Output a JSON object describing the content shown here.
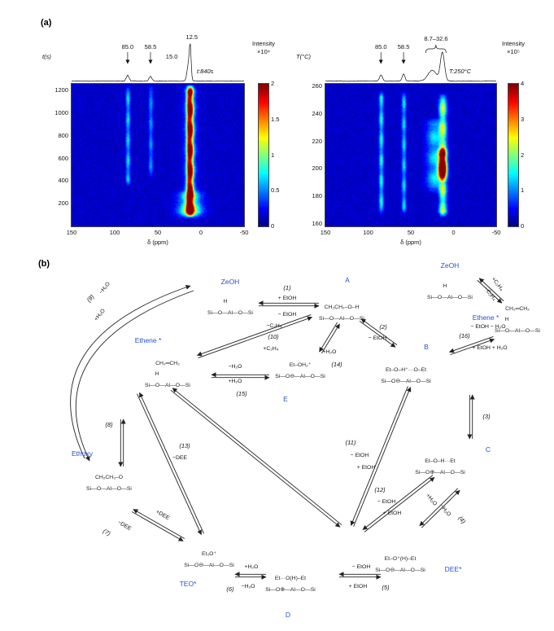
{
  "figure": {
    "panel_a_label": "(a)"
  },
  "chart_data": [
    {
      "type": "heatmap",
      "condition": "t:840s",
      "x": {
        "label": "δ (ppm)",
        "range": [
          150,
          -50
        ],
        "ticks": [
          "150",
          "100",
          "50",
          "0",
          "-50"
        ]
      },
      "y": {
        "label": "t(s)",
        "range": [
          0,
          1260
        ],
        "ticks": [
          "1200",
          "1000",
          "800",
          "600",
          "400",
          "200"
        ],
        "tick_values": [
          1200,
          1000,
          800,
          600,
          400,
          200
        ]
      },
      "colorbar": {
        "label": "Intensity",
        "scale": "×10⁴",
        "ticks": [
          "2",
          "1.5",
          "1",
          "0.5",
          "0"
        ]
      },
      "annotations": [
        {
          "text": "85.0",
          "delta": 85,
          "arrow": true
        },
        {
          "text": "58.5",
          "delta": 58.5,
          "arrow": true
        },
        {
          "text": "15.0",
          "delta": 15,
          "offset": [
            -20,
            12
          ]
        },
        {
          "text": "12.5",
          "delta": 12.5,
          "offset": [
            2,
            -12
          ]
        }
      ],
      "signals": [
        {
          "delta": 12.5,
          "sigma": 2.2,
          "amp": 1.0,
          "from": 80,
          "to": 1260
        },
        {
          "delta": 13,
          "sigma": 5,
          "amp": 0.25,
          "from": 80,
          "to": 1260
        },
        {
          "delta": 13,
          "sigma": 9,
          "amp": 0.5,
          "from": 60,
          "to": 330
        },
        {
          "delta": 15.5,
          "sigma": 1.6,
          "amp": 0.4,
          "from": 80,
          "to": 1260
        },
        {
          "delta": 85,
          "sigma": 1.8,
          "amp": 0.3,
          "from": 350,
          "to": 1260
        },
        {
          "delta": 58.5,
          "sigma": 1.8,
          "amp": 0.22,
          "from": 430,
          "to": 1260
        }
      ],
      "trace": [
        {
          "delta": 85,
          "amp": 0.16,
          "sigma": 1.6
        },
        {
          "delta": 58.5,
          "amp": 0.13,
          "sigma": 1.6
        },
        {
          "delta": 15,
          "amp": 0.4,
          "sigma": 1.4
        },
        {
          "delta": 12.5,
          "amp": 1.0,
          "sigma": 1.1
        }
      ]
    },
    {
      "type": "heatmap",
      "condition": "T:250°C",
      "x": {
        "label": "δ (ppm)",
        "range": [
          150,
          -50
        ],
        "ticks": [
          "150",
          "100",
          "50",
          "0",
          "-50"
        ]
      },
      "y": {
        "label": "T(°C)",
        "range": [
          158,
          262
        ],
        "ticks": [
          "260",
          "240",
          "220",
          "200",
          "180",
          "160"
        ],
        "tick_values": [
          260,
          240,
          220,
          200,
          180,
          160
        ]
      },
      "colorbar": {
        "label": "Intensity",
        "scale": "×10⁵",
        "ticks": [
          "4",
          "3",
          "2",
          "1",
          "0"
        ]
      },
      "annotations": [
        {
          "text": "85.0",
          "delta": 85,
          "arrow": true
        },
        {
          "text": "58.5",
          "delta": 58.5,
          "arrow": true
        },
        {
          "text": "8.7–32.6",
          "delta": 20.5,
          "offset": [
            0,
            -10
          ],
          "brace": [
            32.6,
            8.7
          ]
        }
      ],
      "signals": [
        {
          "delta": 85,
          "sigma": 1.8,
          "amp": 0.35,
          "from": 166,
          "to": 258
        },
        {
          "delta": 58.5,
          "sigma": 1.8,
          "amp": 0.3,
          "from": 166,
          "to": 258
        },
        {
          "delta": 13,
          "sigma": 3,
          "amp": 0.55,
          "from": 164,
          "to": 256
        },
        {
          "delta": 13.5,
          "sigma": 3.2,
          "amp": 1.15,
          "from": 190,
          "to": 216
        },
        {
          "delta": 23,
          "sigma": 6,
          "amp": 0.3,
          "from": 182,
          "to": 238
        }
      ],
      "trace": [
        {
          "delta": 85,
          "amp": 0.18,
          "sigma": 1.6
        },
        {
          "delta": 58.5,
          "amp": 0.2,
          "sigma": 1.6
        },
        {
          "delta": 25,
          "amp": 0.3,
          "sigma": 5
        },
        {
          "delta": 13,
          "amp": 0.8,
          "sigma": 2.4
        }
      ]
    }
  ],
  "panel_b": {
    "label": "(b)",
    "species": {
      "zeoh1": {
        "label": "ZeOH",
        "l1": "H",
        "l2": "Si—O—Al—O—Si"
      },
      "a": {
        "label": "A",
        "l1": "CH₃CH₂–O–H",
        "l2": "Si—O—Al—O—Si"
      },
      "zeoh2": {
        "label": "ZeOH",
        "l1": "H",
        "l2": "Si—O—Al—O—Si"
      },
      "ethene2": {
        "label": "Ethene *",
        "l1": "CH₂═CH₂",
        "l2": "H",
        "l3": "Si—O—Al—O—Si"
      },
      "b": {
        "label": "B",
        "l1": "Et–O–H⁺···O–Et",
        "l2": "Si—O⊖—Al—O—Si"
      },
      "c": {
        "label": "C",
        "l1": "Et–O–H···Et",
        "l2": "Si—O⊕—Al—O—Si"
      },
      "dee": {
        "label": "DEE*",
        "l1": "Et–O⁺(H)–Et",
        "l2": "Si—O⊖—Al—O—Si"
      },
      "d": {
        "label": "D",
        "l1": "Et···O(H)–Et",
        "l2": "Si—O⊕—Al—O—Si"
      },
      "e": {
        "label": "E",
        "l1": "Et–OH₂⁺",
        "l2": "Si—O⊖—Al—O—Si"
      },
      "teo": {
        "label": "TEO*",
        "l1": "Et₃O⁺",
        "l2": "Si—O⊖—Al—O—Si"
      },
      "ethoxy": {
        "label": "Ethoxy",
        "l1": "CH₂CH₃–O",
        "l2": "Si—O—Al—O—Si"
      },
      "ethene1": {
        "label": "Ethene *",
        "l1": "CH₂═CH₂",
        "l2": "H",
        "l3": "Si—O—Al—O—Si"
      }
    },
    "steps": {
      "s1": {
        "label": "(1)",
        "r1": "+ EtOH",
        "r2": "− EtOH"
      },
      "s2": {
        "label": "(2)",
        "r1": "− EtOH"
      },
      "s3": {
        "label": "(3)"
      },
      "s4": {
        "label": "(4)",
        "r1": "+H₂O",
        "r2": "−H₂O"
      },
      "s5": {
        "label": "(5)",
        "r1": "− EtOH",
        "r2": "+ EtOH"
      },
      "s6": {
        "label": "(6)",
        "r1": "+H₂O",
        "r2": "−H₂O"
      },
      "s7": {
        "label": "(7)",
        "r1": "+DEE",
        "r2": "−DEE"
      },
      "s8": {
        "label": "(8)"
      },
      "s9": {
        "label": "(9)",
        "r1": "−H₂O",
        "r2": "+H₂O"
      },
      "s10": {
        "label": "(10)",
        "r1": "−C₂H₄",
        "r2": "+C₂H₄"
      },
      "s11": {
        "label": "(11)",
        "r1": "− EtOH",
        "r2": "+ EtOH"
      },
      "s12": {
        "label": "(12)",
        "r1": "− EtOH",
        "r2": "+ EtOH"
      },
      "s13": {
        "label": "(13)",
        "r1": "−DEE"
      },
      "s14": {
        "label": "(14)",
        "r1": "+H₂O"
      },
      "s15": {
        "label": "(15)",
        "r1": "−H₂O",
        "r2": "+H₂O"
      },
      "s16": {
        "label": "(16)",
        "r1": "− EtOH − H₂O",
        "r2": "+ EtOH + H₂O"
      },
      "c2h4": {
        "r1": "+C₂H₄",
        "r2": "−C₂H₄"
      }
    }
  }
}
